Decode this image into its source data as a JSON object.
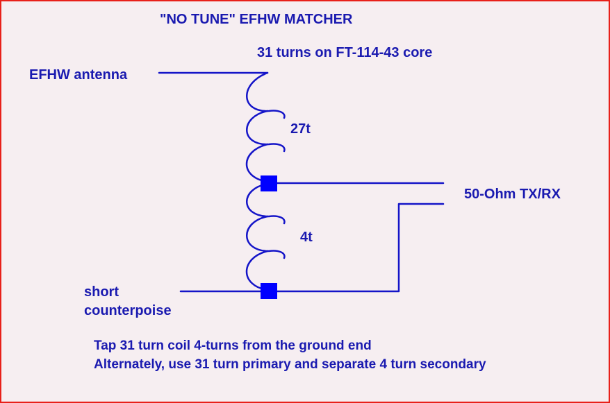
{
  "title": "\"NO TUNE\" EFHW MATCHER",
  "core_label": "31 turns on FT-114-43 core",
  "antenna_label": "EFHW antenna",
  "upper_winding_label": "27t",
  "lower_winding_label": "4t",
  "output_label": "50-Ohm TX/RX",
  "counterpoise_label_line1": "short",
  "counterpoise_label_line2": "counterpoise",
  "note_line1": "Tap 31 turn coil 4-turns from the ground end",
  "note_line2": "Alternately, use 31 turn primary and separate 4 turn secondary",
  "colors": {
    "text": "#1a1ab0",
    "wire": "#1414c8",
    "tap": "#0000ff",
    "background": "#f6eef1",
    "border": "#e8201a"
  }
}
